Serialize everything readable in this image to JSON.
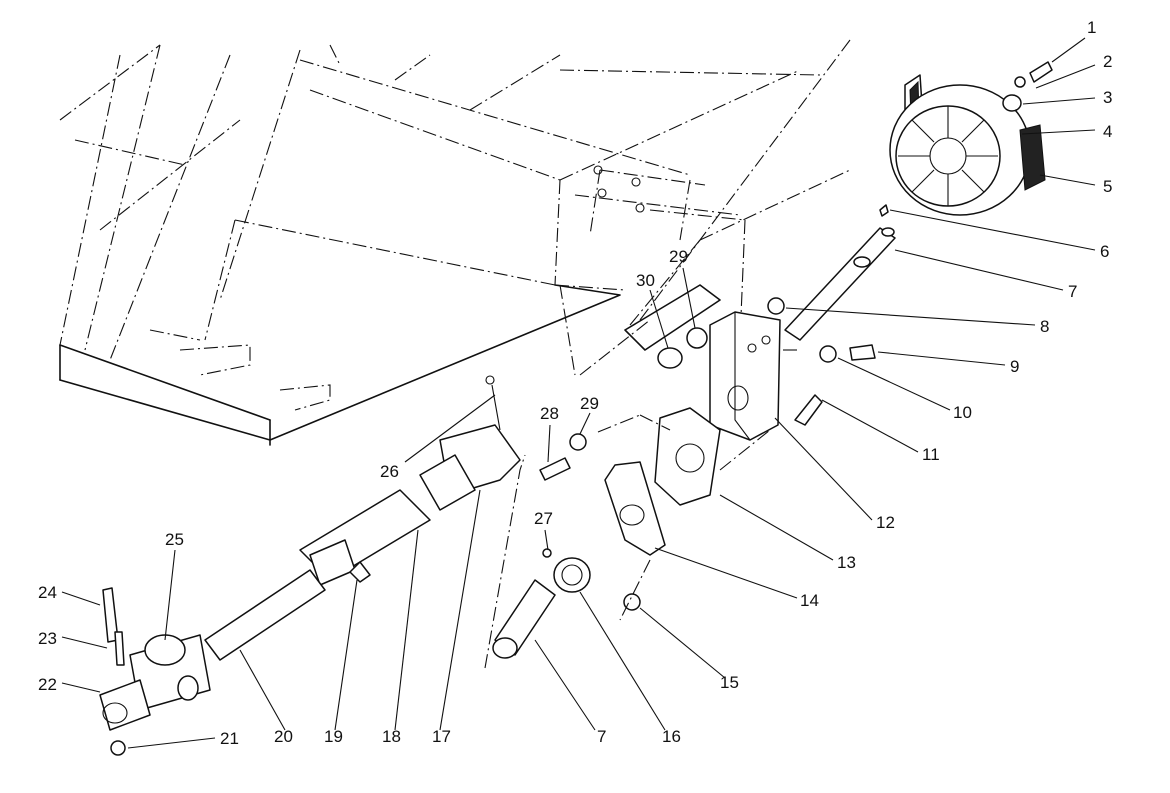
{
  "callouts": [
    {
      "id": "c1",
      "label": "1"
    },
    {
      "id": "c2",
      "label": "2"
    },
    {
      "id": "c3",
      "label": "3"
    },
    {
      "id": "c4",
      "label": "4"
    },
    {
      "id": "c5",
      "label": "5"
    },
    {
      "id": "c6",
      "label": "6"
    },
    {
      "id": "c7a",
      "label": "7"
    },
    {
      "id": "c8",
      "label": "8"
    },
    {
      "id": "c9",
      "label": "9"
    },
    {
      "id": "c10",
      "label": "10"
    },
    {
      "id": "c11",
      "label": "11"
    },
    {
      "id": "c12",
      "label": "12"
    },
    {
      "id": "c13",
      "label": "13"
    },
    {
      "id": "c14",
      "label": "14"
    },
    {
      "id": "c15",
      "label": "15"
    },
    {
      "id": "c16",
      "label": "16"
    },
    {
      "id": "c7b",
      "label": "7"
    },
    {
      "id": "c17",
      "label": "17"
    },
    {
      "id": "c18",
      "label": "18"
    },
    {
      "id": "c19",
      "label": "19"
    },
    {
      "id": "c20",
      "label": "20"
    },
    {
      "id": "c21",
      "label": "21"
    },
    {
      "id": "c22",
      "label": "22"
    },
    {
      "id": "c23",
      "label": "23"
    },
    {
      "id": "c24",
      "label": "24"
    },
    {
      "id": "c25",
      "label": "25"
    },
    {
      "id": "c26",
      "label": "26"
    },
    {
      "id": "c27",
      "label": "27"
    },
    {
      "id": "c28",
      "label": "28"
    },
    {
      "id": "c29a",
      "label": "29"
    },
    {
      "id": "c29b",
      "label": "29"
    },
    {
      "id": "c30",
      "label": "30"
    }
  ]
}
